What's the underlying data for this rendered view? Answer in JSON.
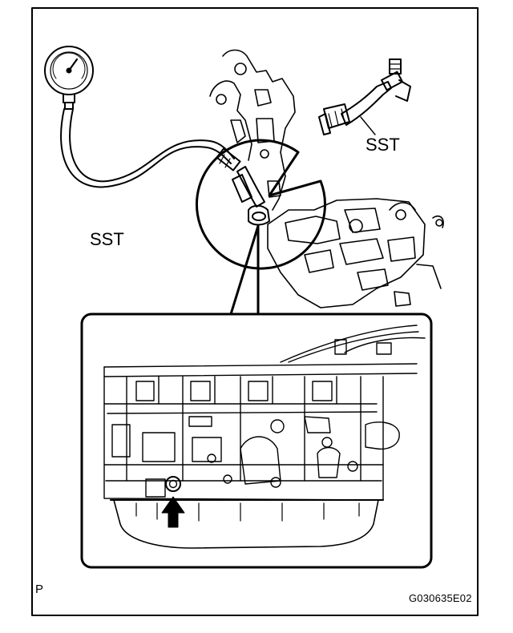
{
  "labels": {
    "sst_hose": "SST",
    "sst_adapter": "SST",
    "corner_mark": "P",
    "figure_code": "G030635E02"
  },
  "colors": {
    "ink": "#000000",
    "paper": "#ffffff"
  }
}
